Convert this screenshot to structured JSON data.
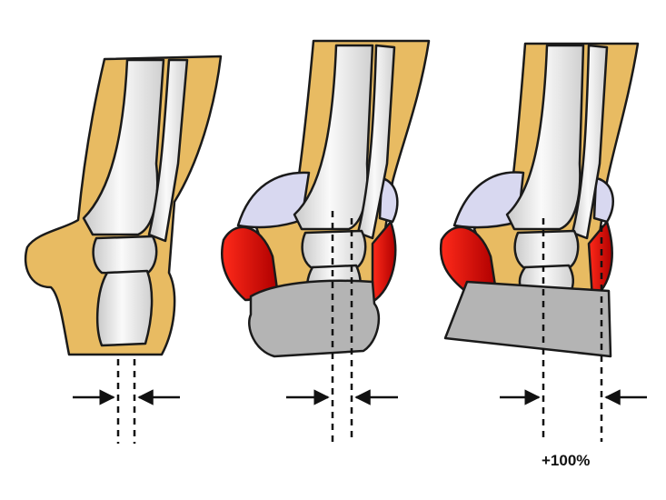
{
  "figures": [
    {
      "name": "foot-no-pad"
    },
    {
      "name": "foot-with-pads-rounded-shoe"
    },
    {
      "name": "foot-with-pads-wedge-shoe"
    }
  ],
  "annotation": {
    "offset_label": "+100%"
  },
  "colors": {
    "skin": "#E8BB62",
    "bone": "#E4E4E4",
    "pad_red": "#E01010",
    "pad_lavender": "#D8D8F0",
    "shoe": "#B4B4B4",
    "outline": "#1A1A1A"
  }
}
